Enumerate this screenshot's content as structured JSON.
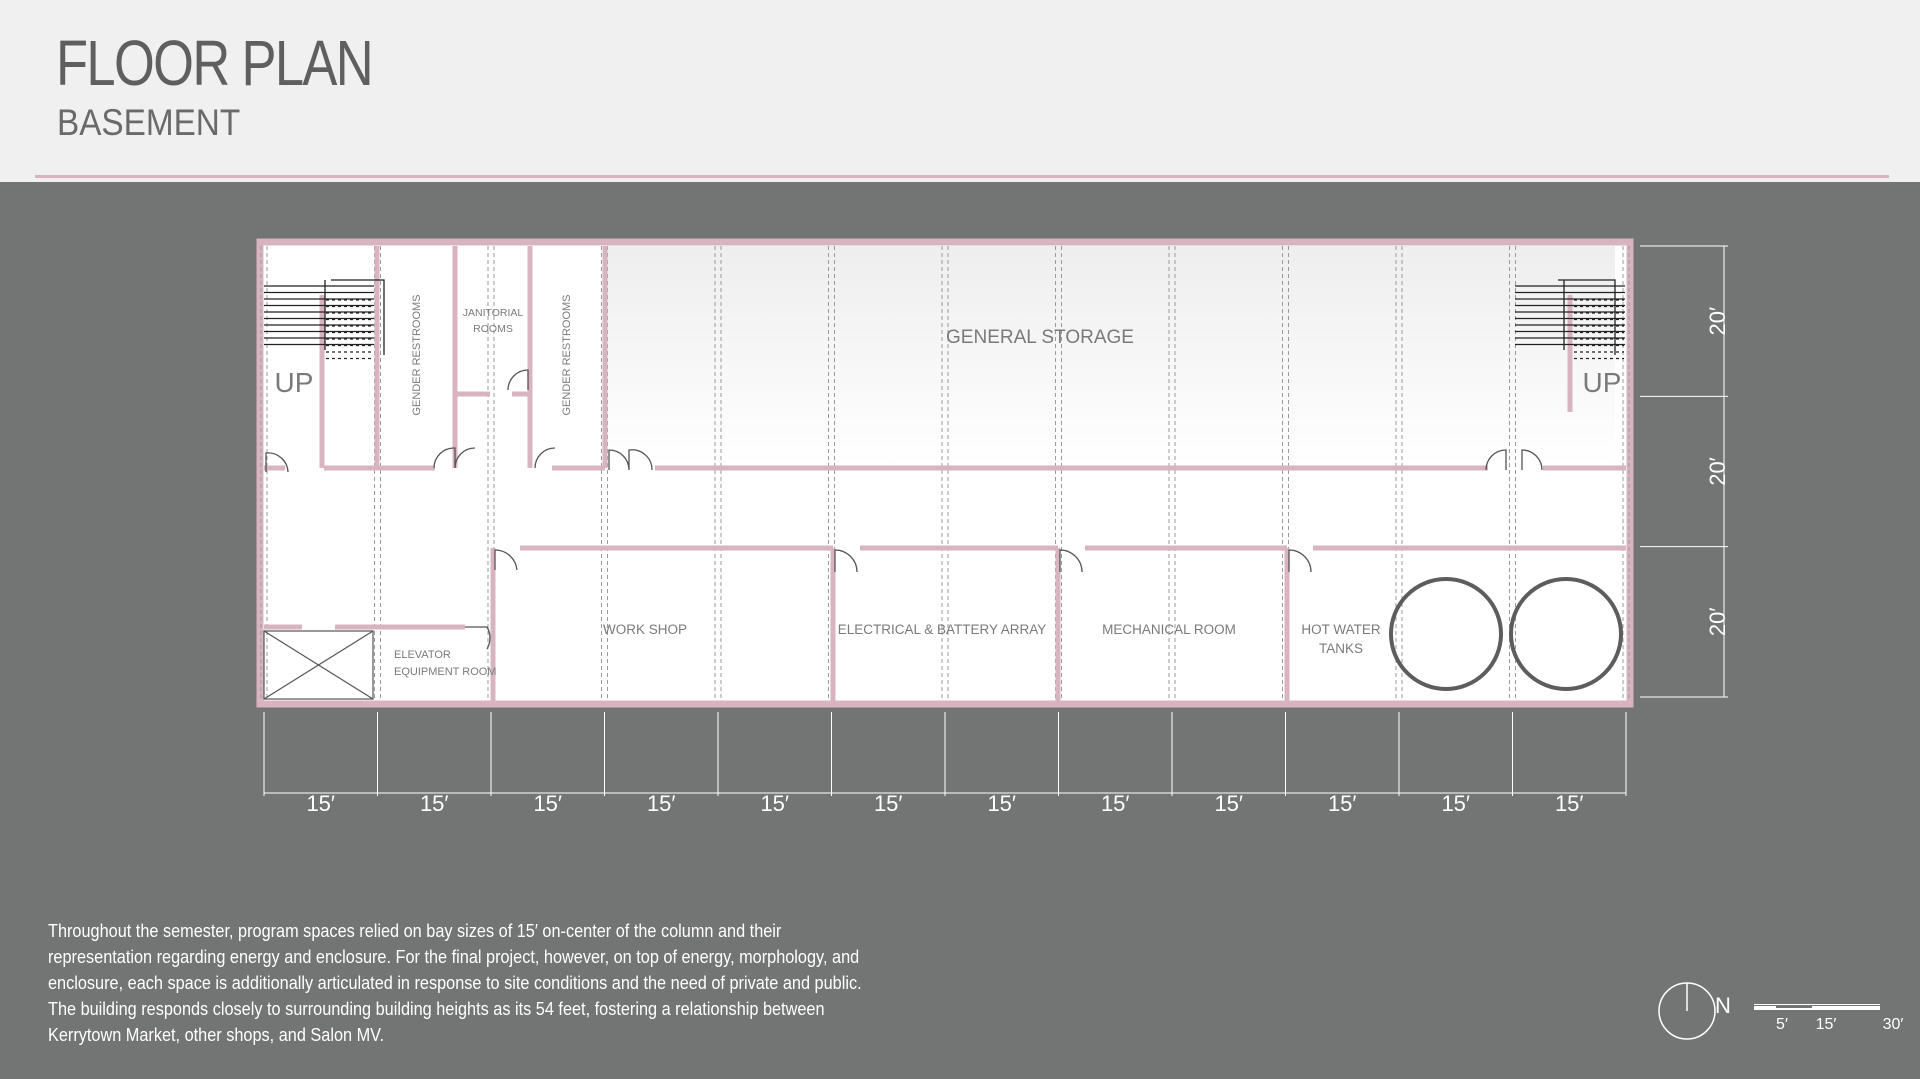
{
  "header": {
    "title": "FLOOR PLAN",
    "subtitle": "BASEMENT"
  },
  "rooms": {
    "up_left": "UP",
    "up_right": "UP",
    "restrooms_1": "GENDER RESTROOMS",
    "janitorial_1": "JANITORIAL",
    "janitorial_2": "ROOMS",
    "restrooms_2": "GENDER RESTROOMS",
    "general_storage": "GENERAL STORAGE",
    "elevator_equipment_1": "ELEVATOR",
    "elevator_equipment_2": "EQUIPMENT ROOM",
    "work_shop": "WORK SHOP",
    "electrical": "ELECTRICAL & BATTERY ARRAY",
    "mechanical": "MECHANICAL  ROOM",
    "hot_water_1": "HOT WATER",
    "hot_water_2": "TANKS"
  },
  "dimensions": {
    "bay_width": "15′",
    "bay_count": 12,
    "row_depth": "20′",
    "row_count": 3
  },
  "description": "Throughout the semester, program spaces relied on bay sizes of 15′ on-center of the column and their representation regarding energy and enclosure. For the final project, however, on top of energy, morphology, and enclosure, each space is additionally articulated in response to site conditions and the need of private and public. The building responds closely to surrounding building heights as its 54 feet, fostering a relationship between Kerrytown Market, other shops, and Salon MV.",
  "north_arrow": {
    "label": "N"
  },
  "scale_bar": {
    "labels": [
      "5′",
      "15′",
      "30′"
    ]
  },
  "colors": {
    "wall": "#d7b4c0",
    "background": "#737474",
    "header": "#f0f0f0",
    "floor": "#ffffff"
  }
}
